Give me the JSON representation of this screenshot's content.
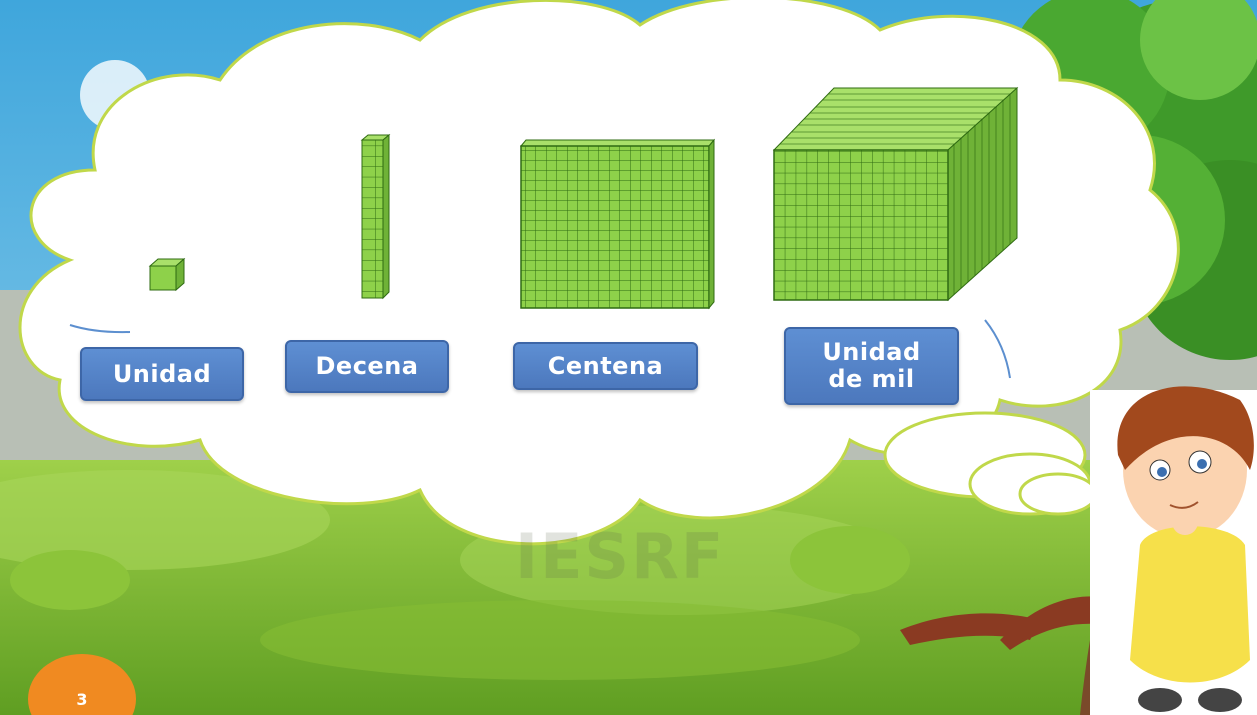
{
  "blocks": [
    {
      "name": "unidad",
      "label": "Unidad"
    },
    {
      "name": "decena",
      "label": "Decena"
    },
    {
      "name": "centena",
      "label": "Centena"
    },
    {
      "name": "unidad-de-mil",
      "label_line1": "Unidad",
      "label_line2": "de mil"
    }
  ],
  "watermark": "IESRF",
  "page_number": "3",
  "colors": {
    "sky": "#64b8e3",
    "grass": "#7fbe32",
    "block_green": "#8ed14a",
    "block_grid": "#2f6b12",
    "label_blue": "#4f7ec4",
    "cloud_outline": "#c0d84a",
    "badge_orange": "#f08a21"
  }
}
